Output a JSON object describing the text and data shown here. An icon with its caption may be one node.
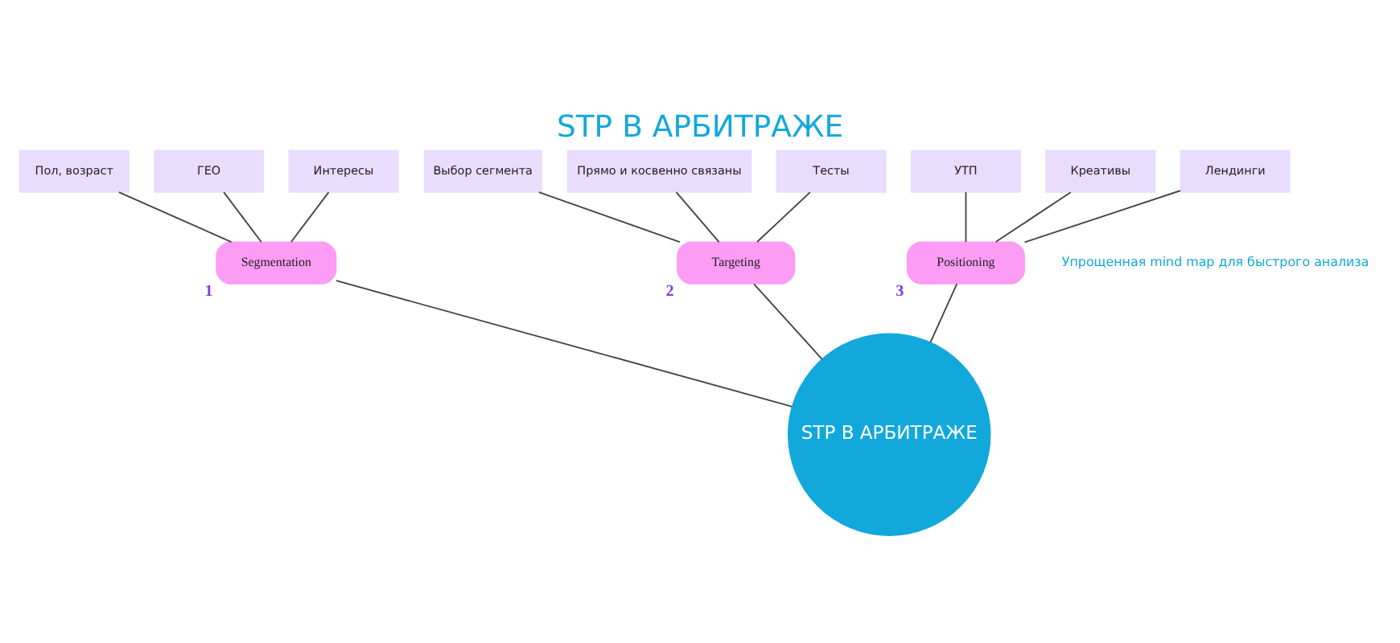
{
  "diagram": {
    "title": "STP В АРБИТРАЖЕ",
    "nodes": [
      {
        "text": [
          "STP В АРБИТРАЖЕ"
        ]
      },
      {
        "text": [
          "Segmentation"
        ],
        "beside": [
          "1"
        ]
      },
      {
        "text": [
          "Targeting"
        ],
        "beside": [
          "2"
        ]
      },
      {
        "text": [
          "Positioning"
        ],
        "beside": [
          "3"
        ]
      },
      {
        "text": [
          "Пол, возраст"
        ]
      },
      {
        "text": [
          "ГЕО"
        ]
      },
      {
        "text": [
          "Интересы"
        ]
      },
      {
        "text": [
          "Выбор сегмента"
        ]
      },
      {
        "text": [
          "Прямо и косвенно связаны"
        ]
      },
      {
        "text": [
          "Тесты"
        ]
      },
      {
        "text": [
          "УТП"
        ]
      },
      {
        "text": [
          "Креативы"
        ]
      },
      {
        "text": [
          "Лендинги"
        ]
      }
    ],
    "edges": [
      {
        "from": 0,
        "to": 1,
        "arrow": "none"
      },
      {
        "from": 0,
        "to": 2,
        "arrow": "none"
      },
      {
        "from": 0,
        "to": 3,
        "arrow": "none"
      },
      {
        "from": 1,
        "to": 4,
        "arrow": "none"
      },
      {
        "from": 1,
        "to": 5,
        "arrow": "none"
      },
      {
        "from": 1,
        "to": 6,
        "arrow": "none"
      },
      {
        "from": 2,
        "to": 7,
        "arrow": "none"
      },
      {
        "from": 2,
        "to": 8,
        "arrow": "none"
      },
      {
        "from": 2,
        "to": 9,
        "arrow": "none"
      },
      {
        "from": 3,
        "to": 10,
        "arrow": "none"
      },
      {
        "from": 3,
        "to": 11,
        "arrow": "none"
      },
      {
        "from": 3,
        "to": 12,
        "arrow": "none"
      }
    ],
    "labels": [
      "Упрощенная mind map для быстрого анализа"
    ]
  }
}
